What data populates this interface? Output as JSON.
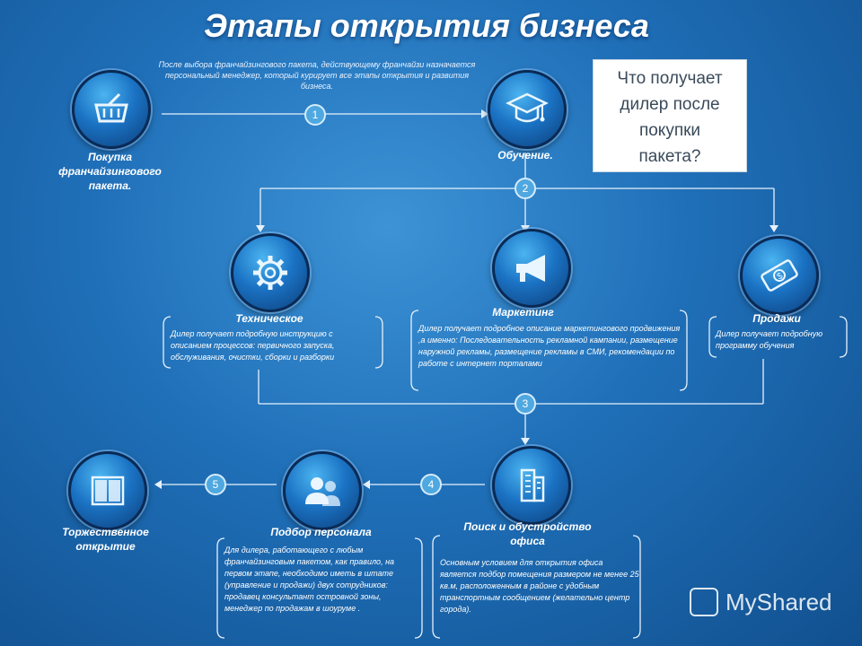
{
  "title": "Этапы открытия бизнеса",
  "intro_text": "После выбора франчайзингового пакета, действующему франчайзи назначается персональный менеджер, который курирует все этапы открытия и развития бизнеса.",
  "question_box": [
    "Что получает",
    "дилер после",
    "покупки",
    "пакета?"
  ],
  "steps": {
    "purchase": {
      "label": "Покупка франчайзингового пакета.",
      "icon": "basket-icon"
    },
    "training": {
      "label": "Обучение.",
      "icon": "graduation-cap-icon"
    },
    "technical": {
      "label": "Техническое",
      "icon": "gear-icon",
      "desc": "Дилер получает подробную инструкцию с описанием процессов: первичного запуска, обслуживания, очистки, сборки и разборки"
    },
    "marketing": {
      "label": "Маркетинг",
      "icon": "megaphone-icon",
      "desc": "Дилер получает подробное описание маркетингового продвижения ,а именно: Последовательность рекламной кампании, размещение наружной рекламы, размещение рекламы в СМИ, рекомендации по работе с интернет порталами"
    },
    "sales": {
      "label": "Продажи",
      "icon": "money-icon",
      "desc": "Дилер получает подробную программу обучения"
    },
    "office": {
      "label": "Поиск и обустройство офиса",
      "icon": "building-icon",
      "desc": "Основным условием для открытия офиса является подбор помещения размером не менее 25 кв.м, расположенным в районе с удобным транспортным сообщением (желательно центр города)."
    },
    "staff": {
      "label": "Подбор персонала",
      "icon": "people-icon",
      "desc": "Для дилера, работающего с любым франчайзинговым пакетом, как правило, на первом этапе, необходимо иметь в штате (управление и продажи) двух сотрудников: продавец консультант островной зоны, менеджер по продажам в шоуруме ."
    },
    "opening": {
      "label": "Торжественное открытие",
      "icon": "doors-icon"
    }
  },
  "badges": [
    "1",
    "2",
    "3",
    "4",
    "5"
  ],
  "watermark": "MyShared"
}
